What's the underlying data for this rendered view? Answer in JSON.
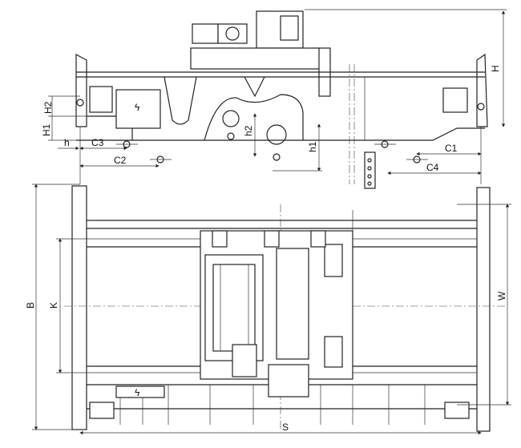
{
  "title": "Overhead crane dimension drawing",
  "dimensions": {
    "H": "H",
    "H1": "H1",
    "H2": "H2",
    "h": "h",
    "h1": "h1",
    "h2": "h2",
    "C1": "C1",
    "C2": "C2",
    "C3": "C3",
    "C4": "C4",
    "B": "B",
    "K": "K",
    "W": "W",
    "S": "S"
  },
  "symbols": {
    "electric": "ϟ"
  }
}
